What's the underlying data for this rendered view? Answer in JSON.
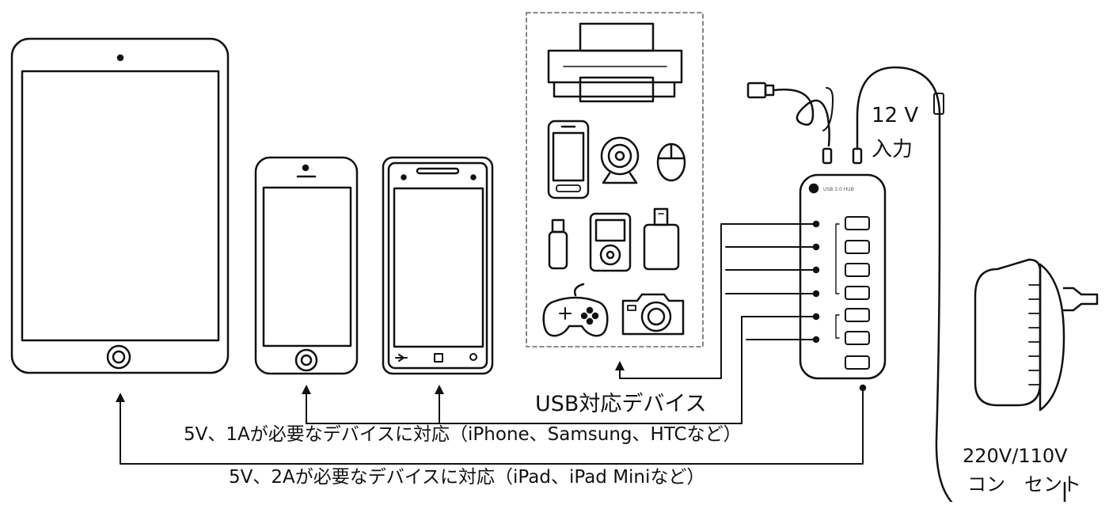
{
  "labels": {
    "usb_devices": "USB対応デバイス",
    "five_v_one_a": "5V、1Aが必要なデバイスに対応（iPhone、Samsung、HTCなど）",
    "five_v_two_a": "5V、2Aが必要なデバイスに対応（iPad、iPad Miniなど）",
    "twelve_v": "12 V",
    "input": "入力",
    "voltage": "220V/110V",
    "outlet": "コン　セント"
  },
  "colors": {
    "line": "#111111",
    "dashed_box": "#666666"
  }
}
